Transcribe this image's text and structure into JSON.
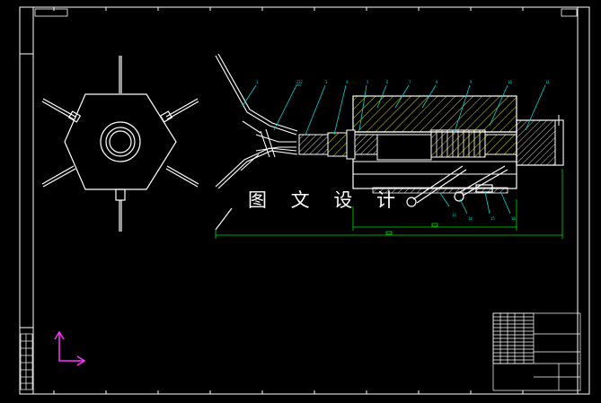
{
  "drawing": {
    "watermark_text": "图 文 设 计",
    "callouts": [
      "1",
      "2",
      "3",
      "4",
      "5",
      "6",
      "7",
      "8",
      "9",
      "10",
      "11",
      "12",
      "13",
      "14",
      "15",
      "16"
    ],
    "colors": {
      "background": "#000000",
      "frame": "#ffffff",
      "part_outline": "#ffffff",
      "leader": "#00e5e5",
      "hatch": "#e6e600",
      "dimension": "#00ff00",
      "ucs_icon": "#ff33ff"
    },
    "icons": [
      "ucs-axis-icon"
    ]
  }
}
